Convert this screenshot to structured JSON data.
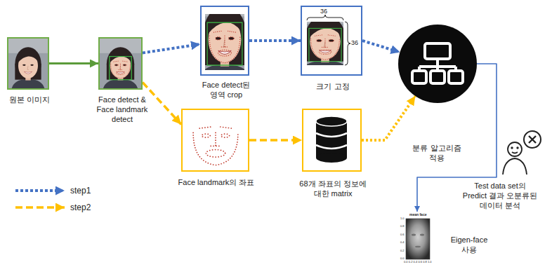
{
  "diagram": {
    "nodes": [
      {
        "text": [
          "원본 이미지"
        ]
      },
      {
        "text": [
          "Face detect & Face landmark detect"
        ]
      },
      {
        "text": [
          "Face detect된 영역 crop"
        ]
      },
      {
        "text": [
          "크기 고정"
        ]
      },
      {
        "text": [
          "Face landmark의 좌표"
        ]
      },
      {
        "text": [
          "68개 좌표의 정보에 대한 matrix"
        ]
      },
      {
        "text": [
          "분류 알고리즘 적용"
        ]
      },
      {
        "text": [
          "Test data set의 Predict 결과 오분류된 데이터 분석"
        ]
      },
      {
        "text": [
          "Eigen-face 사용"
        ]
      }
    ],
    "edges": [
      {
        "from": 0,
        "to": 1,
        "arrow": "to"
      },
      {
        "from": 1,
        "to": 2,
        "arrow": "to"
      },
      {
        "from": 2,
        "to": 3,
        "arrow": "to"
      },
      {
        "from": 3,
        "to": 6,
        "arrow": "to"
      },
      {
        "from": 1,
        "to": 4,
        "arrow": "to"
      },
      {
        "from": 4,
        "to": 5,
        "arrow": "to"
      },
      {
        "from": 5,
        "to": 6,
        "arrow": "to"
      },
      {
        "from": 6,
        "to": 8,
        "arrow": "to"
      }
    ],
    "labels": [
      "36",
      "36",
      "mean face",
      "0.0",
      "0.2",
      "0.4",
      "0.6",
      "0.8",
      "1.0",
      "0.0",
      "0.2",
      "0.4",
      "0.6",
      "0.8",
      "1.0"
    ],
    "legend": [
      {
        "text": "step1"
      },
      {
        "text": "step2"
      }
    ]
  }
}
